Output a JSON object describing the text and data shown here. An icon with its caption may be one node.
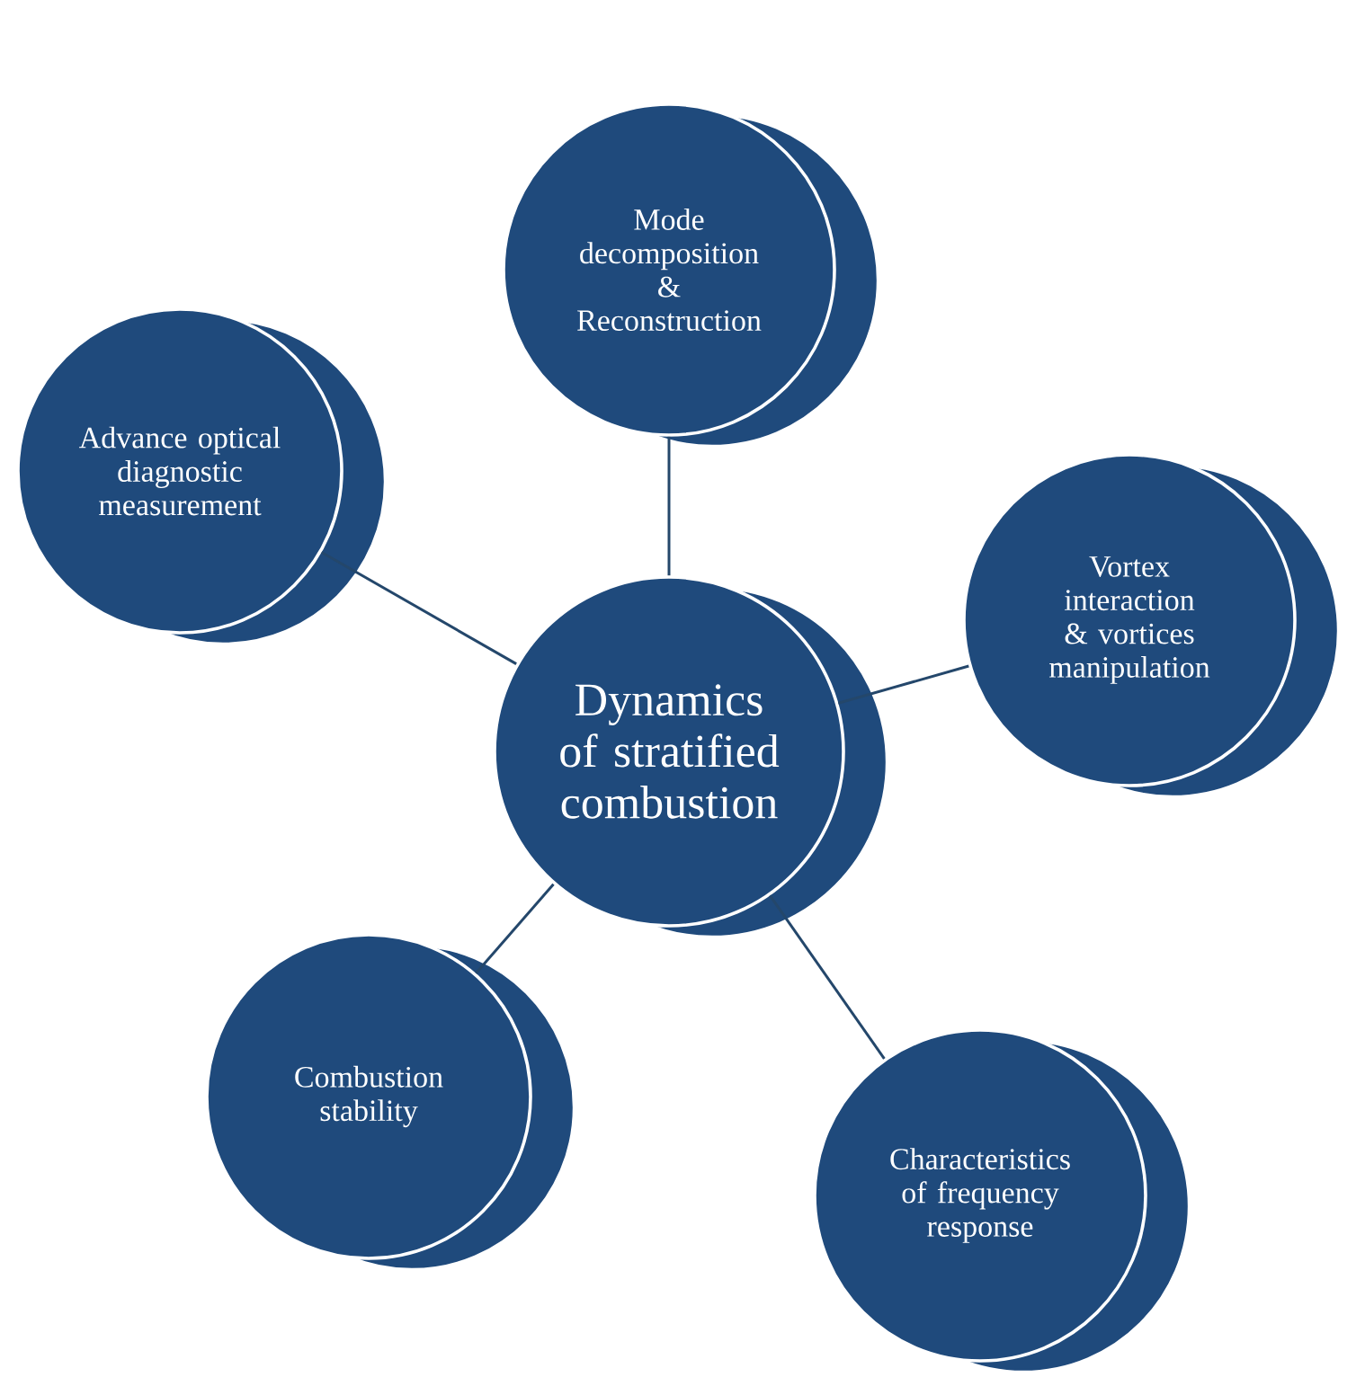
{
  "diagram": {
    "nodes": [
      {
        "text": [
          "Mode decomposition & Reconstruction"
        ]
      },
      {
        "text": [
          "Advance optical diagnostic measurement"
        ]
      },
      {
        "text": [
          "Vortex interaction & vortices manipulation"
        ]
      },
      {
        "text": [
          "Dynamics of stratified combustion"
        ]
      },
      {
        "text": [
          "Combustion stability"
        ]
      },
      {
        "text": [
          "Characteristics of frequency response"
        ]
      }
    ],
    "edges": [
      {
        "from": 3,
        "to": 0,
        "arrow": "none"
      },
      {
        "from": 3,
        "to": 1,
        "arrow": "none"
      },
      {
        "from": 3,
        "to": 2,
        "arrow": "none"
      },
      {
        "from": 3,
        "to": 4,
        "arrow": "none"
      },
      {
        "from": 3,
        "to": 5,
        "arrow": "none"
      }
    ]
  }
}
